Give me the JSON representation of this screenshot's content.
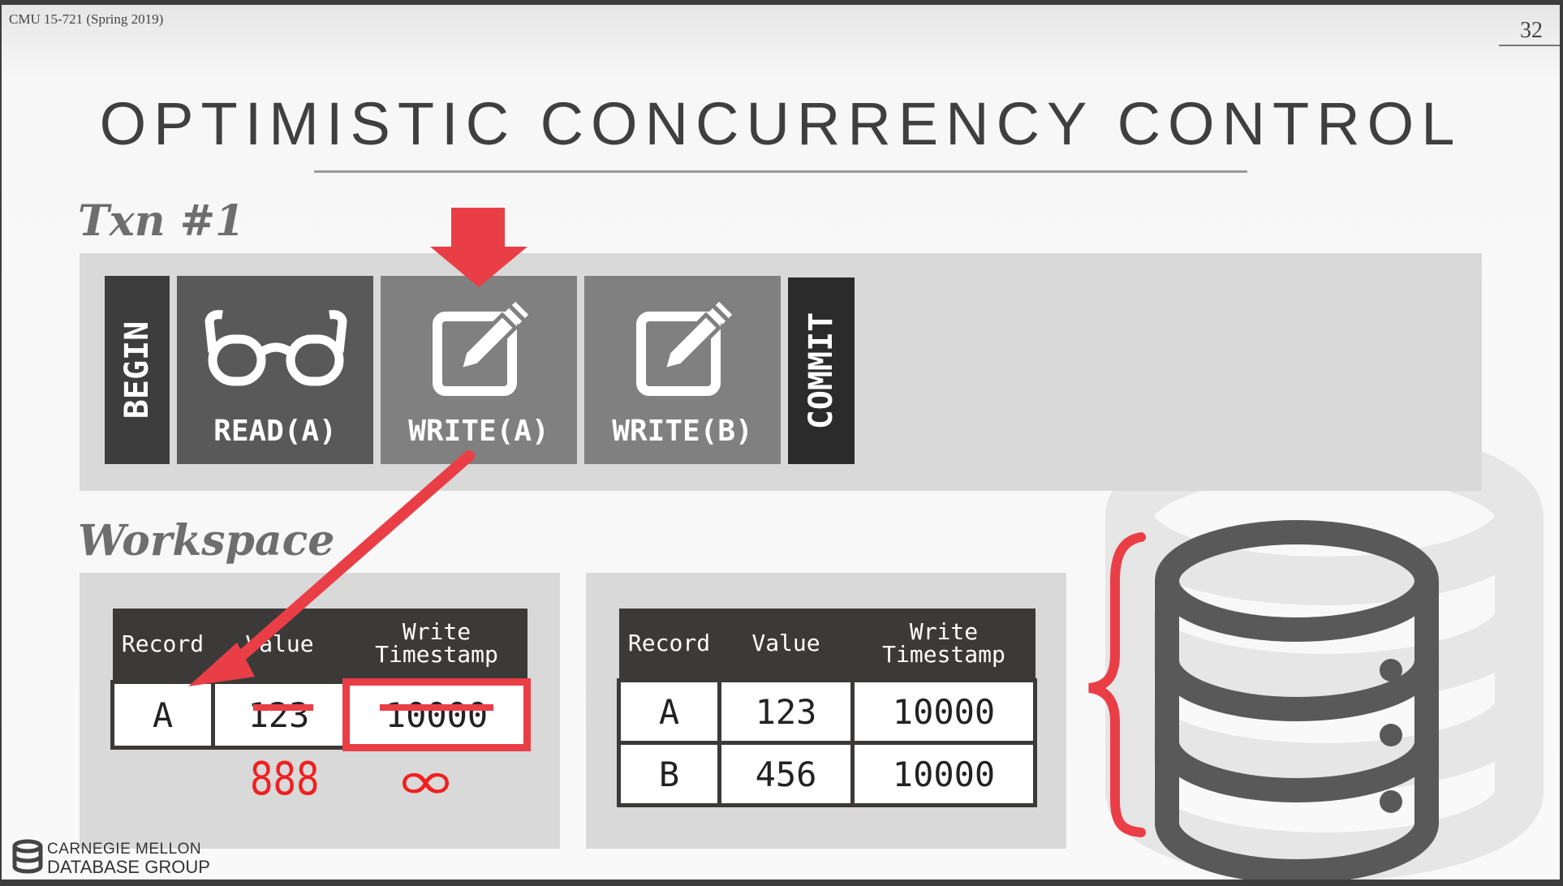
{
  "header": {
    "course": "CMU 15-721 (Spring 2019)",
    "page_number": "32"
  },
  "title": "OPTIMISTIC CONCURRENCY CONTROL",
  "txn": {
    "label": "Txn #1",
    "begin": "BEGIN",
    "commit": "COMMIT",
    "ops": [
      {
        "label": "READ(A)",
        "icon": "glasses-icon"
      },
      {
        "label": "WRITE(A)",
        "icon": "edit-icon"
      },
      {
        "label": "WRITE(B)",
        "icon": "edit-icon"
      }
    ]
  },
  "workspace": {
    "label": "Workspace",
    "columns": [
      "Record",
      "Value",
      "Write\nTimestamp"
    ],
    "rows": [
      {
        "record": "A",
        "value": "123",
        "timestamp": "10000"
      }
    ],
    "annotations": {
      "new_value": "888",
      "new_timestamp": "∞"
    }
  },
  "database": {
    "columns": [
      "Record",
      "Value",
      "Write\nTimestamp"
    ],
    "rows": [
      {
        "record": "A",
        "value": "123",
        "timestamp": "10000"
      },
      {
        "record": "B",
        "value": "456",
        "timestamp": "10000"
      }
    ]
  },
  "footer": {
    "line1": "CARNEGIE MELLON",
    "line2": "DATABASE GROUP"
  },
  "colors": {
    "accent_red": "#ea3e47",
    "dark_block": "#3d3d3d",
    "mid_block": "#595959",
    "light_block": "#808080",
    "table_header": "#3b3a38"
  }
}
